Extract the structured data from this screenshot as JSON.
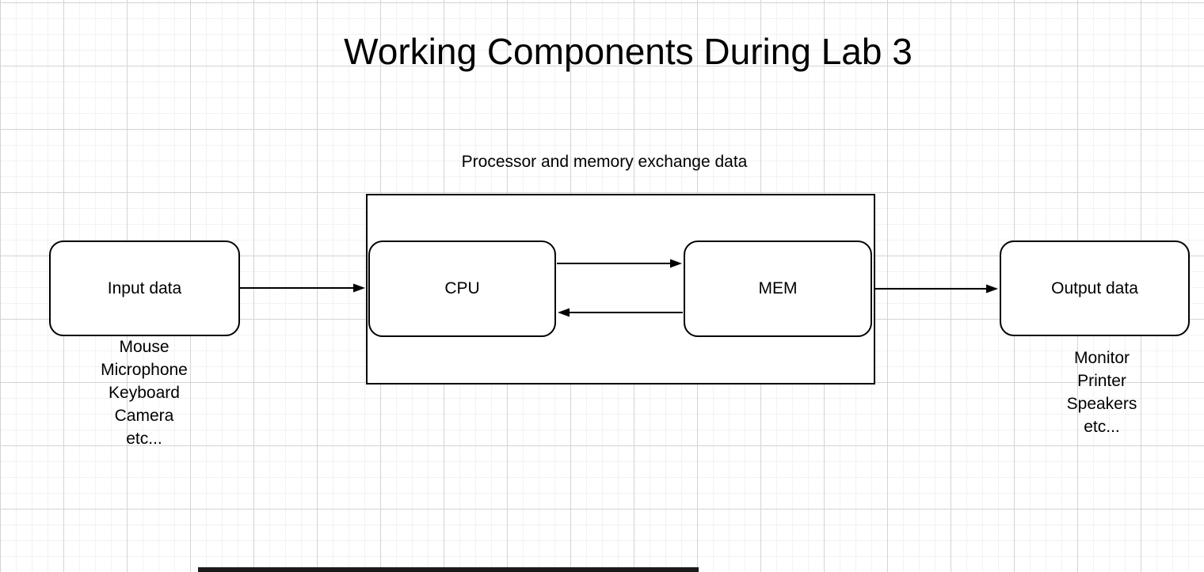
{
  "canvas": {
    "background_color": "#ffffff",
    "grid_minor_color": "#f2f2f2",
    "grid_major_color": "#d4d4d4",
    "stroke_color": "#000000",
    "scrollbar_color": "#1a1a1a"
  },
  "title": "Working Components During Lab 3",
  "container": {
    "label": "Processor and memory exchange data"
  },
  "nodes": {
    "input": {
      "label": "Input data"
    },
    "cpu": {
      "label": "CPU"
    },
    "mem": {
      "label": "MEM"
    },
    "output": {
      "label": "Output data"
    }
  },
  "input_examples": {
    "items": [
      "Mouse",
      "Microphone",
      "Keyboard",
      "Camera",
      "etc..."
    ]
  },
  "output_examples": {
    "items": [
      "Monitor",
      "Printer",
      "Speakers",
      "etc..."
    ]
  },
  "arrows": [
    {
      "name": "input-to-cpu",
      "direction": "right"
    },
    {
      "name": "cpu-to-mem",
      "direction": "right"
    },
    {
      "name": "mem-to-cpu",
      "direction": "left"
    },
    {
      "name": "mem-to-output",
      "direction": "right"
    }
  ]
}
